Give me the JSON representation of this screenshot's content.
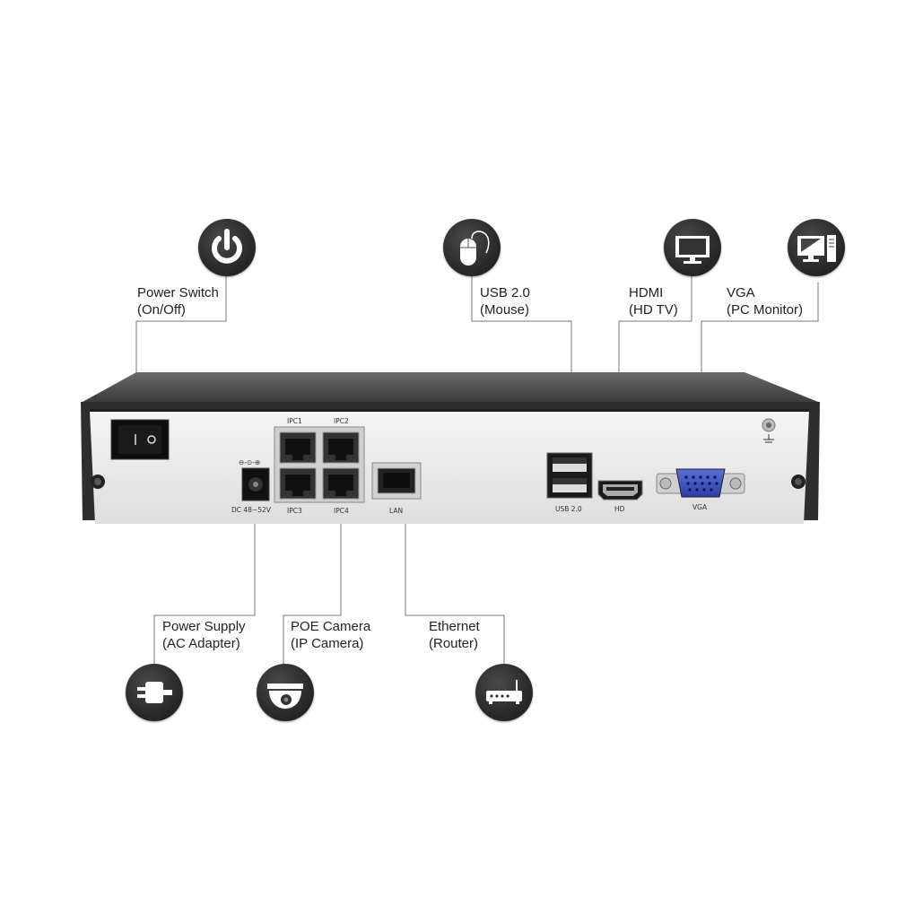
{
  "callouts": {
    "power_switch": [
      "Power Switch",
      "(On/Off)"
    ],
    "usb": [
      "USB 2.0",
      "(Mouse)"
    ],
    "hdmi": [
      "HDMI",
      "(HD TV)"
    ],
    "vga": [
      "VGA",
      "(PC Monitor)"
    ],
    "power_supply": [
      "Power Supply",
      "(AC Adapter)"
    ],
    "poe_camera": [
      "POE Camera",
      "(IP Camera)"
    ],
    "ethernet": [
      "Ethernet",
      "(Router)"
    ]
  },
  "panel_labels": {
    "ipc1": "IPC1",
    "ipc2": "IPC2",
    "ipc3": "IPC3",
    "ipc4": "IPC4",
    "dc": "DC 48~52V",
    "lan": "LAN",
    "usb": "USB 2.0",
    "hd": "HD",
    "vga": "VGA"
  },
  "icons": {
    "power_switch": "power-icon",
    "usb": "mouse-icon",
    "hdmi": "tv-icon",
    "vga": "pc-monitor-icon",
    "power_supply": "plug-icon",
    "poe_camera": "dome-camera-icon",
    "ethernet": "router-icon"
  }
}
